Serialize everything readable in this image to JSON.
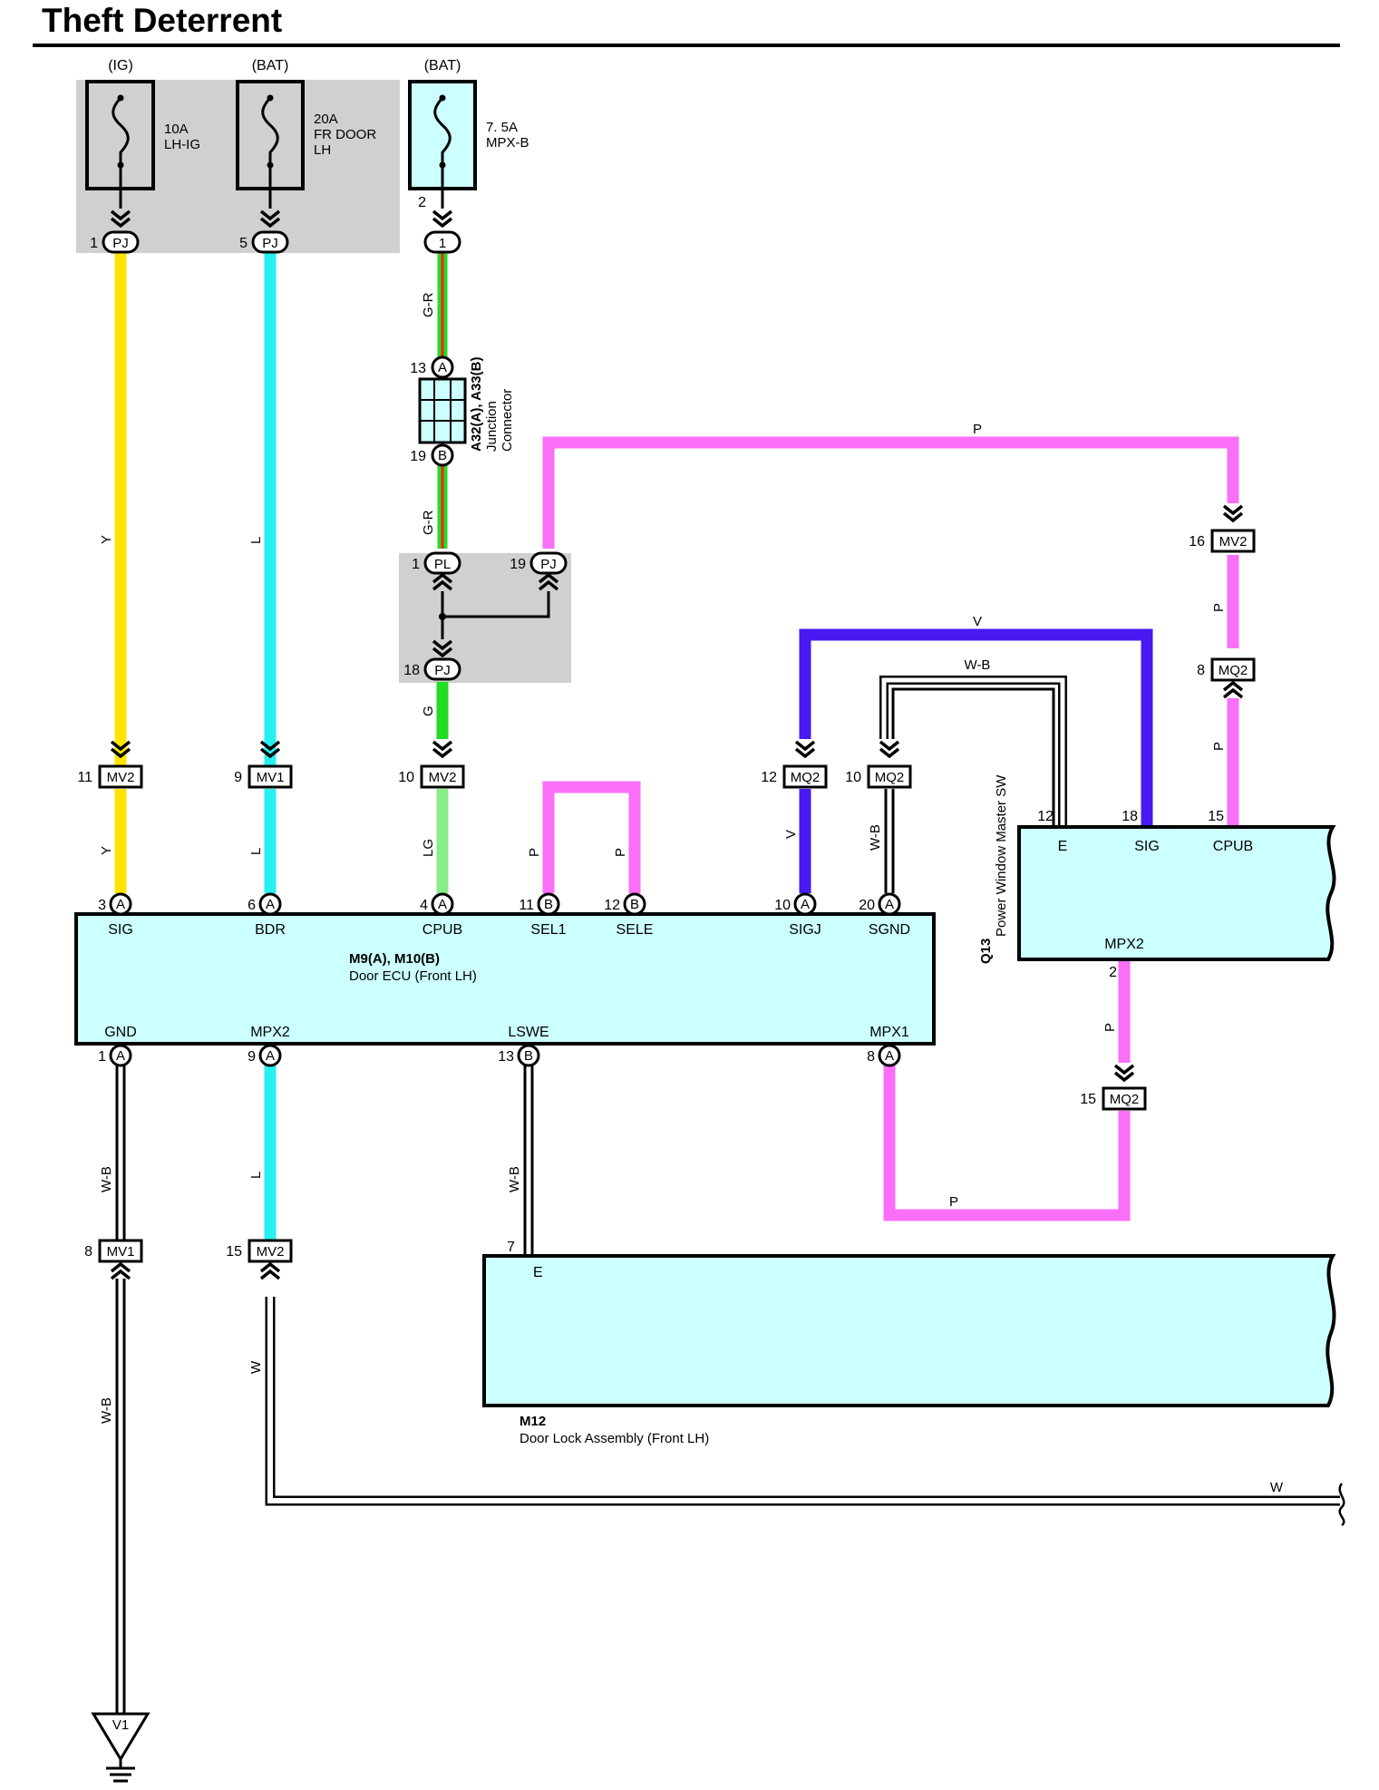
{
  "title": "Theft Deterrent",
  "colors": {
    "Y": "#ffe400",
    "L": "#26f0f0",
    "G": "#22dd22",
    "LG": "#88ee88",
    "P": "#fb6ef8",
    "V": "#4a18f0",
    "R": "#ff2020",
    "component_fill": "#ccffff",
    "junction_block": "#d0d0d0"
  },
  "fuses": [
    {
      "source": "(IG)",
      "rating": "10A",
      "name": "LH-IG",
      "name2": "",
      "pin": "1",
      "connector": "PJ"
    },
    {
      "source": "(BAT)",
      "rating": "20A",
      "name": "FR DOOR",
      "name2": "LH",
      "pin": "5",
      "connector": "PJ"
    },
    {
      "source": "(BAT)",
      "rating": "7. 5A",
      "name": "MPX-B",
      "name2": "",
      "pin": "2",
      "connector": "1"
    }
  ],
  "junction_connector": {
    "id": "A32(A), A33(B)",
    "name1": "Junction",
    "name2": "Connector",
    "pin_a": "13",
    "pin_a_label": "A",
    "pin_b": "19",
    "pin_b_label": "B"
  },
  "junction_block": {
    "pl_pin": "1",
    "pl": "PL",
    "pj_in_pin": "19",
    "pj_in": "PJ",
    "pj_out_pin": "18",
    "pj_out": "PJ"
  },
  "wire_labels": {
    "y": "Y",
    "l": "L",
    "gr": "G-R",
    "g": "G",
    "lg": "LG",
    "p": "P",
    "v": "V",
    "wb": "W-B",
    "w": "W"
  },
  "inline_connectors": {
    "mv2_11": {
      "pin": "11",
      "name": "MV2"
    },
    "mv1_9": {
      "pin": "9",
      "name": "MV1"
    },
    "mv2_10": {
      "pin": "10",
      "name": "MV2"
    },
    "mq2_12": {
      "pin": "12",
      "name": "MQ2"
    },
    "mq2_10": {
      "pin": "10",
      "name": "MQ2"
    },
    "mv2_16": {
      "pin": "16",
      "name": "MV2"
    },
    "mq2_8": {
      "pin": "8",
      "name": "MQ2"
    },
    "mq2_15": {
      "pin": "15",
      "name": "MQ2"
    },
    "mv1_8": {
      "pin": "8",
      "name": "MV1"
    },
    "mv2_15": {
      "pin": "15",
      "name": "MV2"
    }
  },
  "door_ecu": {
    "id": "M9(A), M10(B)",
    "name": "Door ECU (Front LH)",
    "top_pins": [
      {
        "num": "3",
        "conn": "A",
        "label": "SIG"
      },
      {
        "num": "6",
        "conn": "A",
        "label": "BDR"
      },
      {
        "num": "4",
        "conn": "A",
        "label": "CPUB"
      },
      {
        "num": "11",
        "conn": "B",
        "label": "SEL1"
      },
      {
        "num": "12",
        "conn": "B",
        "label": "SELE"
      },
      {
        "num": "10",
        "conn": "A",
        "label": "SIGJ"
      },
      {
        "num": "20",
        "conn": "A",
        "label": "SGND"
      }
    ],
    "bottom_pins": [
      {
        "num": "1",
        "conn": "A",
        "label": "GND"
      },
      {
        "num": "9",
        "conn": "A",
        "label": "MPX2"
      },
      {
        "num": "13",
        "conn": "B",
        "label": "LSWE"
      },
      {
        "num": "8",
        "conn": "A",
        "label": "MPX1"
      }
    ]
  },
  "window_switch": {
    "id": "Q13",
    "name": "Power Window Master SW",
    "pins": [
      {
        "num": "12",
        "label": "E"
      },
      {
        "num": "18",
        "label": "SIG"
      },
      {
        "num": "15",
        "label": "CPUB"
      }
    ],
    "bottom_pin": {
      "num": "2",
      "label": "MPX2"
    }
  },
  "door_lock": {
    "id": "M12",
    "name": "Door Lock Assembly (Front LH)",
    "pin": "7",
    "label": "E"
  },
  "ground": {
    "name": "V1"
  }
}
